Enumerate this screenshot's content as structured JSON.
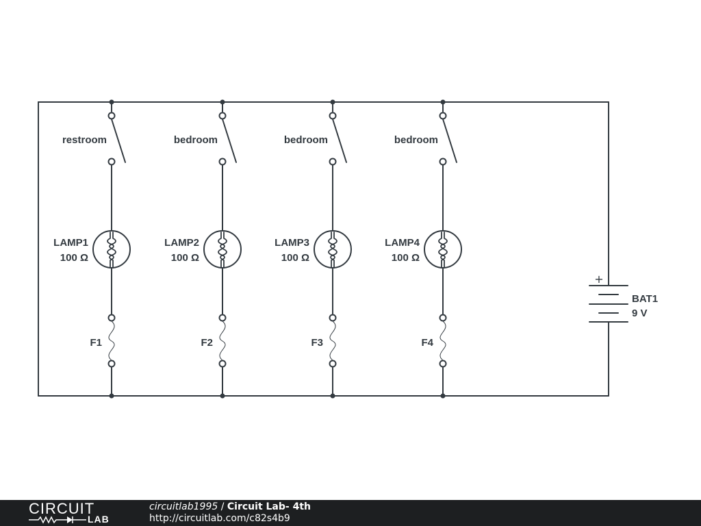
{
  "diagram": {
    "branches": [
      {
        "switch_label": "restroom",
        "lamp_name": "LAMP1",
        "lamp_value": "100 Ω",
        "fuse_label": "F1"
      },
      {
        "switch_label": "bedroom",
        "lamp_name": "LAMP2",
        "lamp_value": "100 Ω",
        "fuse_label": "F2"
      },
      {
        "switch_label": "bedroom",
        "lamp_name": "LAMP3",
        "lamp_value": "100 Ω",
        "fuse_label": "F3"
      },
      {
        "switch_label": "bedroom",
        "lamp_name": "LAMP4",
        "lamp_value": "100 Ω",
        "fuse_label": "F4"
      }
    ],
    "battery": {
      "name": "BAT1",
      "value": "9 V",
      "plus_sign": "+"
    }
  },
  "footer": {
    "logo_top": "CIRCUIT",
    "logo_bottom": "LAB",
    "username": "circuitlab1995",
    "separator": " / ",
    "title": "Circuit Lab- 4th",
    "url": "http://circuitlab.com/c82s4b9"
  }
}
